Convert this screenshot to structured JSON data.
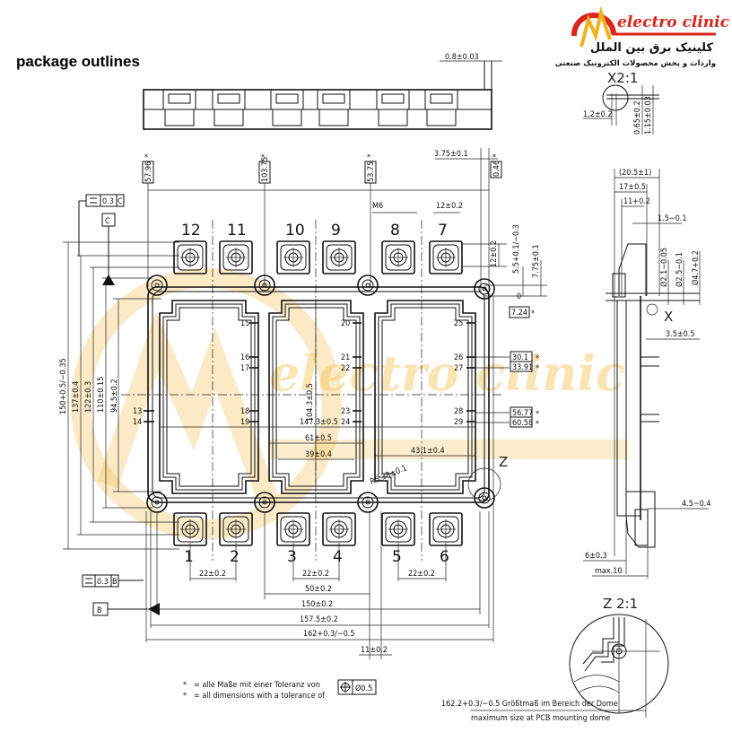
{
  "title": "package outlines",
  "logo": {
    "brand": "electro clinic",
    "name_fa": "کلینیک برق بین الملل",
    "tagline_fa": "واردات و پخش محصولات الکترونیک صنعتی"
  },
  "colors": {
    "logo_red": "#d9251c",
    "logo_yellow": "#f2b01e",
    "watermark": "#f3c45a"
  },
  "terminals": {
    "top": [
      "12",
      "11",
      "10",
      "9",
      "8",
      "7"
    ],
    "bottom": [
      "1",
      "2",
      "3",
      "4",
      "5",
      "6"
    ]
  },
  "pins": {
    "left": [
      "13",
      "14"
    ],
    "col1": [
      "15",
      "16",
      "17",
      "18",
      "19"
    ],
    "col2": [
      "20",
      "21",
      "22",
      "23",
      "24"
    ],
    "col3": [
      "25",
      "26",
      "27",
      "28",
      "29"
    ]
  },
  "datums": {
    "b": "B",
    "c": "C",
    "flat_b": "0.3",
    "flat_c": "0.3",
    "flat_b_ref": "B",
    "flat_c_ref": "C"
  },
  "dims": {
    "top_thickness": "0.8±0.03",
    "pos_57_96": "57.96",
    "pos_103_75": "103.75",
    "pos_53_75": "53.75",
    "pos_0_46": "0.46",
    "d_3_75": "3.75±0.1",
    "thread": "M6",
    "term_width": "12±0.2",
    "term_height": "12±0.2",
    "d_5_5": "5.5+0.1/−0.3",
    "d_7_75": "7.75±0.1",
    "zero": "0",
    "pos_7_24": "7.24",
    "pos_30_1": "30.1",
    "pos_33_91": "33.91",
    "pos_56_77": "56.77",
    "pos_60_58": "60.58",
    "h_150": "150+0.5/−0.35",
    "h_137": "137±0.4",
    "h_122": "122±0.3",
    "h_110": "110±0.15",
    "h_94_5": "94.5±0.2",
    "h_104_3": "104.3±0.5",
    "w_147_3": "147.3±0.5",
    "w_61": "61±0.5",
    "w_39": "39±0.4",
    "w_43_1": "43.1±0.4",
    "radius": "R5.38±0.1",
    "pitch_1": "22±0.2",
    "pitch_2": "22±0.2",
    "pitch_3": "22±0.2",
    "w_50": "50±0.2",
    "w_150": "150±0.2",
    "w_157_5": "157.5±0.2",
    "w_162": "162+0.3/−0.5",
    "w_11": "11±0.2",
    "x_detail_title": "X2:1",
    "x_1_2": "1,2±0.2",
    "x_0_65": "0.65±0.2",
    "x_1_15": "1.15±0.03",
    "s_20_5": "(20.5±1)",
    "s_17": "17±0.5",
    "s_11": "11+0.2",
    "s_1_5": "1.5−0.1",
    "s_d2_1": "Ø2.1−0.05",
    "s_d2_5": "Ø2.5−0.1",
    "s_d4_7": "Ø4.7+0.2",
    "s_x": "X",
    "s_3_5": "3.5±0.5",
    "s_4_5": "4.5−0.4",
    "s_6": "6±0.3",
    "s_max10": "max.10",
    "z_label": "Z",
    "z_detail_title": "Z 2:1"
  },
  "notes": {
    "star": "*",
    "de": "= alle Maße mit einer Toleranz von",
    "en": "= all dimensions with a tolerance of",
    "tolerance": "Ø0.5",
    "dome_de": "162.2+0.3/−0.5 Größtmaß im Bereich der Dome",
    "dome_en": "maximum size at PCB mounting dome"
  }
}
